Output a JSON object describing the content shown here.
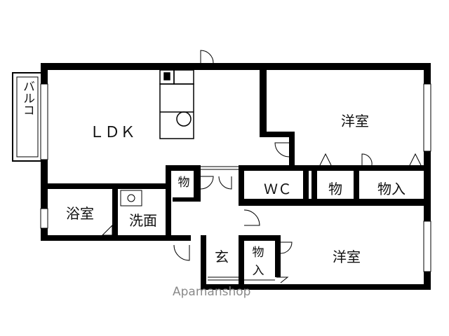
{
  "rooms": {
    "ldk": "ＬＤＫ",
    "balcony": "バルコ",
    "western_top": "洋室",
    "western_bottom": "洋室",
    "wc": "ＷＣ",
    "storage_small": "物",
    "storage_mid": "物",
    "storage_closet": "物入",
    "storage_entry_top": "物",
    "storage_entry_bottom": "入",
    "bath": "浴室",
    "washroom": "洗面",
    "entrance": "玄"
  },
  "watermark": "Apamanshop",
  "colors": {
    "wall": "#000000",
    "line": "#333333",
    "watermark": "#8a8a8a"
  }
}
